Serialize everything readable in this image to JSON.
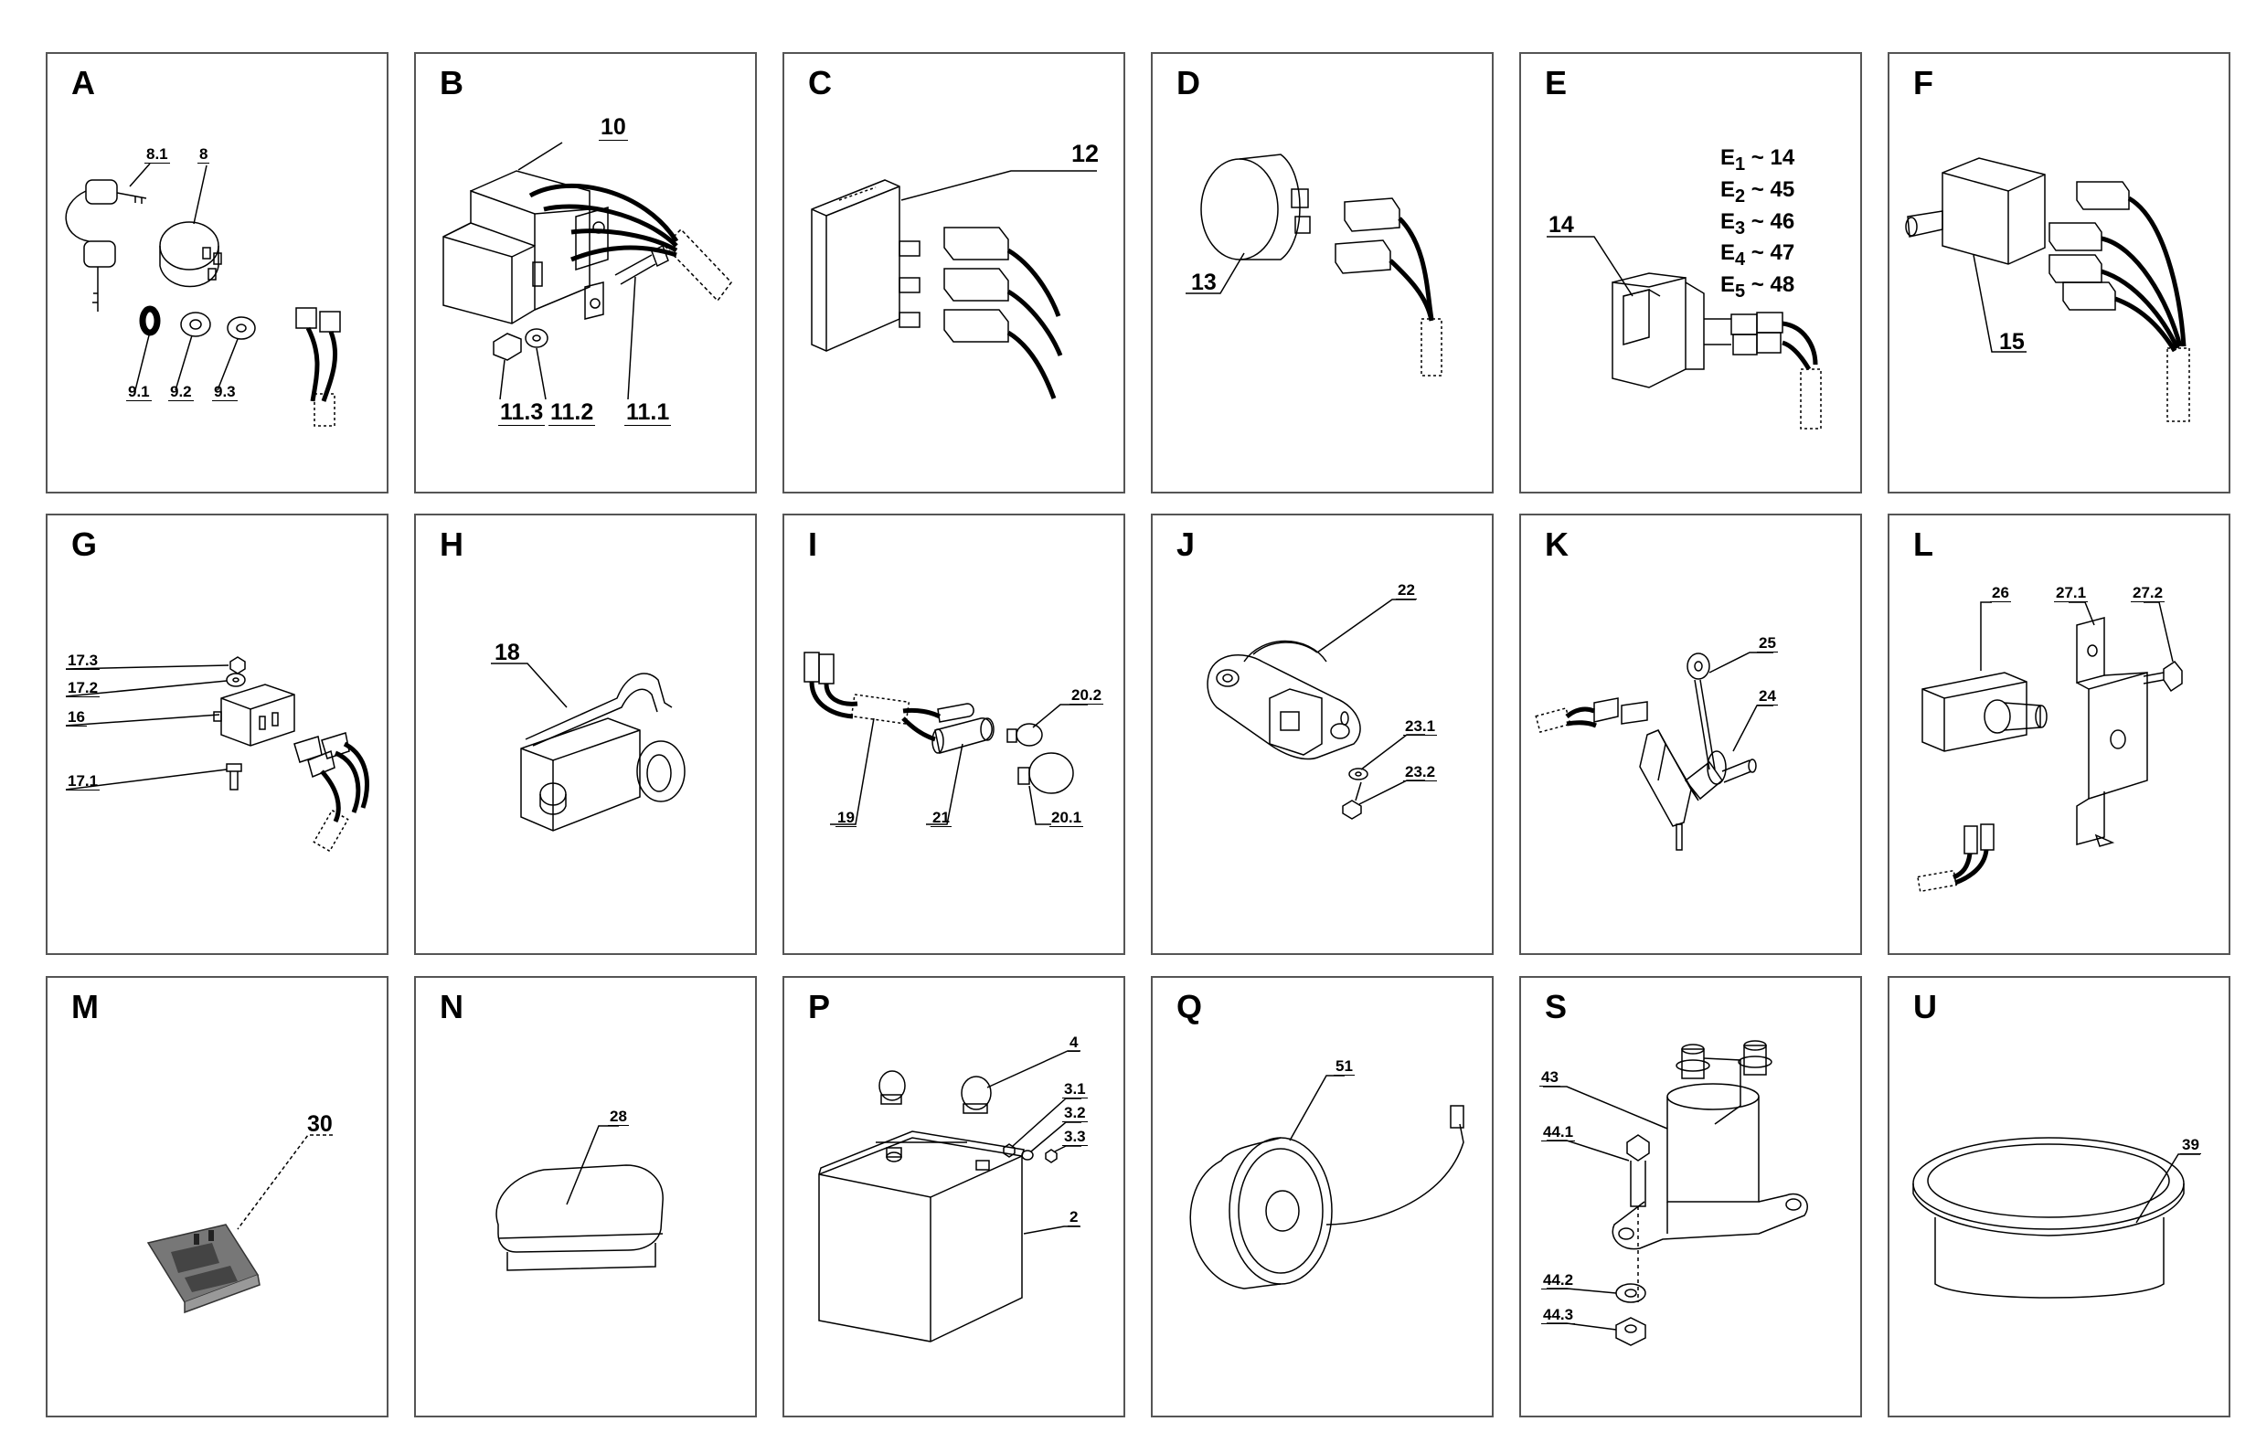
{
  "panels": {
    "A": {
      "letter": "A",
      "labels": {
        "l81": "8.1",
        "l8": "8",
        "l91": "9.1",
        "l92": "9.2",
        "l93": "9.3"
      }
    },
    "B": {
      "letter": "B",
      "labels": {
        "l10": "10",
        "l113": "11.3",
        "l112": "11.2",
        "l111": "11.1"
      }
    },
    "C": {
      "letter": "C",
      "labels": {
        "l12": "12"
      }
    },
    "D": {
      "letter": "D",
      "labels": {
        "l13": "13"
      }
    },
    "E": {
      "letter": "E",
      "labels": {
        "l14": "14"
      },
      "legend": [
        {
          "main": "E",
          "sub": "1",
          "text": " ~ 14"
        },
        {
          "main": "E",
          "sub": "2",
          "text": " ~ 45"
        },
        {
          "main": "E",
          "sub": "3",
          "text": " ~ 46"
        },
        {
          "main": "E",
          "sub": "4",
          "text": " ~ 47"
        },
        {
          "main": "E",
          "sub": "5",
          "text": " ~ 48"
        }
      ]
    },
    "F": {
      "letter": "F",
      "labels": {
        "l15": "15"
      }
    },
    "G": {
      "letter": "G",
      "labels": {
        "l173": "17.3",
        "l172": "17.2",
        "l16": "16",
        "l171": "17.1"
      }
    },
    "H": {
      "letter": "H",
      "labels": {
        "l18": "18"
      }
    },
    "I": {
      "letter": "I",
      "labels": {
        "l202": "20.2",
        "l19": "19",
        "l21": "21",
        "l201": "20.1"
      }
    },
    "J": {
      "letter": "J",
      "labels": {
        "l22": "22",
        "l231": "23.1",
        "l232": "23.2"
      }
    },
    "K": {
      "letter": "K",
      "labels": {
        "l25": "25",
        "l24": "24"
      }
    },
    "L": {
      "letter": "L",
      "labels": {
        "l26": "26",
        "l271": "27.1",
        "l272": "27.2"
      }
    },
    "M": {
      "letter": "M",
      "labels": {
        "l30": "30"
      }
    },
    "N": {
      "letter": "N",
      "labels": {
        "l28": "28"
      }
    },
    "P": {
      "letter": "P",
      "labels": {
        "l4": "4",
        "l31": "3.1",
        "l32": "3.2",
        "l33": "3.3",
        "l2": "2"
      }
    },
    "Q": {
      "letter": "Q",
      "labels": {
        "l51": "51"
      }
    },
    "S": {
      "letter": "S",
      "labels": {
        "l43": "43",
        "l441": "44.1",
        "l442": "44.2",
        "l443": "44.3"
      }
    },
    "U": {
      "letter": "U",
      "labels": {
        "l39": "39"
      }
    }
  }
}
